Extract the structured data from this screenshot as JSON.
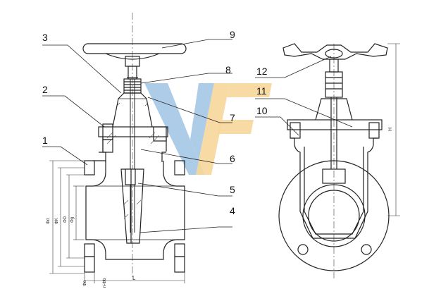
{
  "colors": {
    "watermark_blue": "#9fc3e4",
    "watermark_orange": "#f7d79a",
    "line": "#222222",
    "hatch": "#555555"
  },
  "callouts": {
    "left_view": [
      "1",
      "2",
      "3",
      "4",
      "5",
      "6",
      "7",
      "8",
      "9"
    ],
    "right_view": [
      "10",
      "11",
      "12"
    ]
  },
  "dimensions": {
    "left": [
      "Φd",
      "ΦK",
      "ΦD",
      "Φg",
      "Φo",
      "n-Φb",
      "L"
    ],
    "right": [
      "H"
    ]
  }
}
